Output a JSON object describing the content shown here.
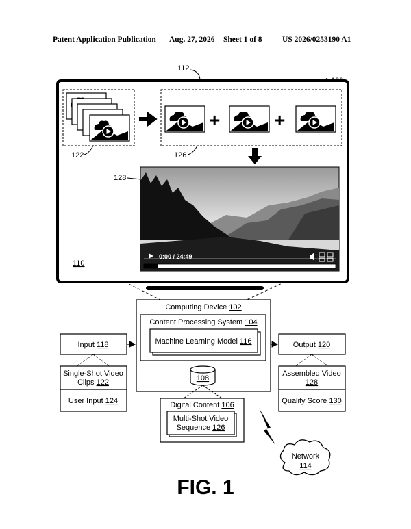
{
  "header": {
    "publication": "Patent Application Publication",
    "date": "Aug. 27, 2026",
    "sheet": "Sheet 1 of 8",
    "number": "US 2026/0253190 A1"
  },
  "figure": {
    "ref_main": "100",
    "ref_monitor": "112",
    "ref_display": "110",
    "ref_clip_stack": "122",
    "ref_sequence": "126",
    "ref_video": "128",
    "video_time": "0:00 / 24:49",
    "caption": "FIG. 1"
  },
  "blocks": {
    "computing_device": {
      "label": "Computing Device",
      "ref": "102"
    },
    "content_processing": {
      "label": "Content Processing System",
      "ref": "104"
    },
    "ml_model": {
      "label": "Machine Learning Model",
      "ref": "116"
    },
    "storage": {
      "ref": "108"
    },
    "input": {
      "label": "Input",
      "ref": "118"
    },
    "single_shot": {
      "line1": "Single-Shot Video",
      "line2": "Clips",
      "ref": "122"
    },
    "user_input": {
      "label": "User Input",
      "ref": "124"
    },
    "output": {
      "label": "Output",
      "ref": "120"
    },
    "assembled": {
      "label": "Assembled Video",
      "ref": "128"
    },
    "quality": {
      "label": "Quality Score",
      "ref": "130"
    },
    "digital_content": {
      "label": "Digital Content",
      "ref": "106"
    },
    "multi_shot": {
      "line1": "Multi-Shot Video",
      "line2": "Sequence",
      "ref": "126"
    },
    "network": {
      "label": "Network",
      "ref": "114"
    }
  }
}
